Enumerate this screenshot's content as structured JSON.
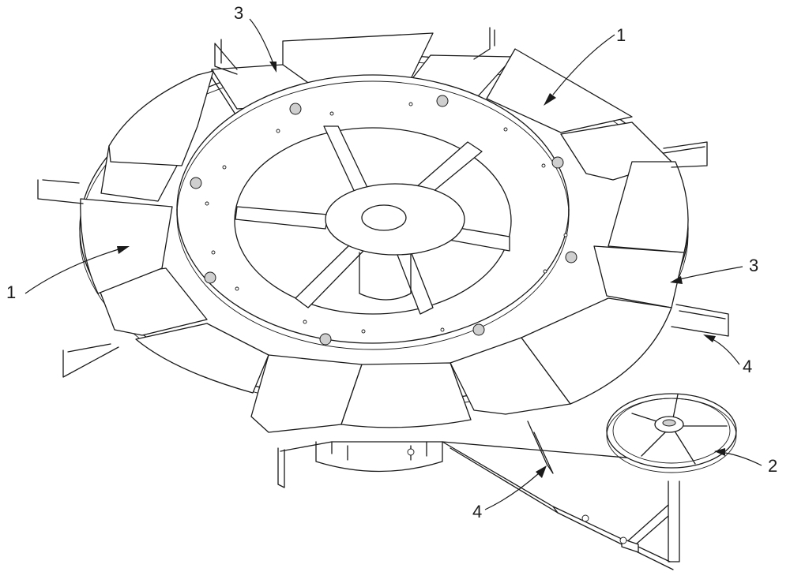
{
  "callouts": {
    "c1_top_left": "3",
    "c1_top_right": "1",
    "c1_left": "1",
    "c3_right": "3",
    "c4_right": "4",
    "c2_right": "2",
    "c4_bottom": "4"
  }
}
